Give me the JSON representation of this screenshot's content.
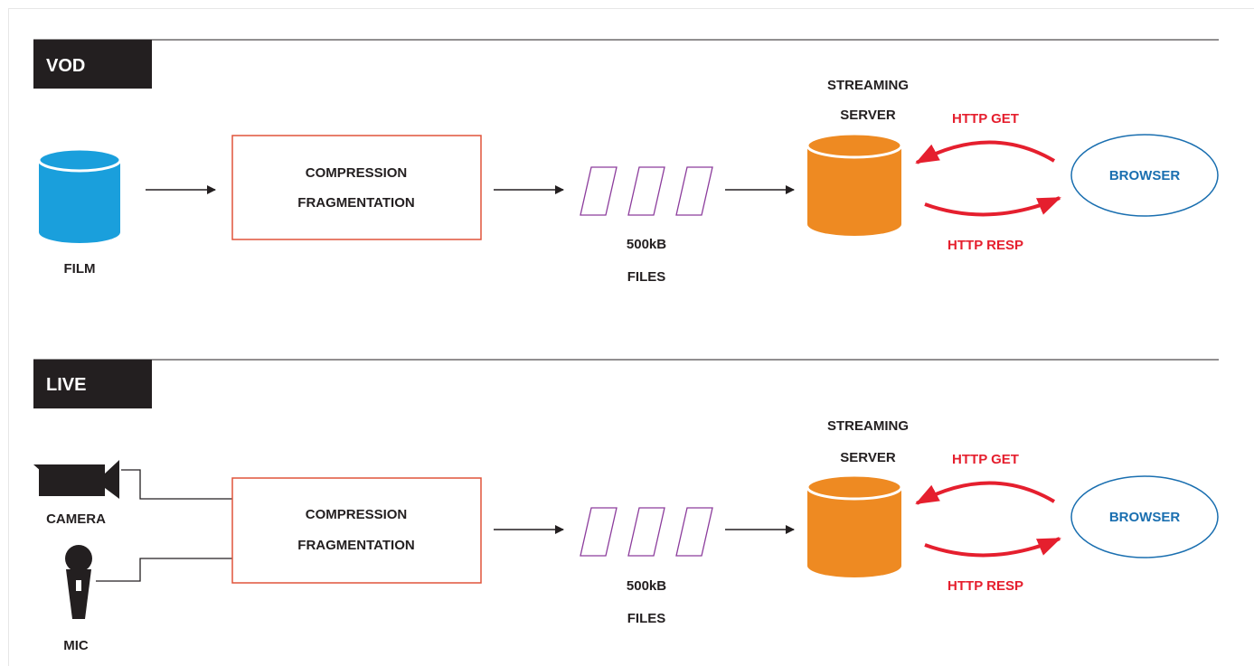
{
  "vod": {
    "section_label": "VOD",
    "source_label": "FILM",
    "process_line1": "COMPRESSION",
    "process_line2": "FRAGMENTATION",
    "files_line1": "500kB",
    "files_line2": "FILES",
    "server_line1": "STREAMING",
    "server_line2": "SERVER",
    "request_label": "HTTP GET",
    "response_label": "HTTP RESP",
    "client_label": "BROWSER"
  },
  "live": {
    "section_label": "LIVE",
    "camera_label": "CAMERA",
    "mic_label": "MIC",
    "process_line1": "COMPRESSION",
    "process_line2": "FRAGMENTATION",
    "files_line1": "500kB",
    "files_line2": "FILES",
    "server_line1": "STREAMING",
    "server_line2": "SERVER",
    "request_label": "HTTP GET",
    "response_label": "HTTP RESP",
    "client_label": "BROWSER"
  },
  "colors": {
    "film_db": "#1a9fdc",
    "server_db": "#ee8a22",
    "process_border": "#e0533a",
    "file_stroke": "#8c3c9c",
    "http_arrow": "#e51f2e",
    "browser": "#1a6fb0",
    "label_bg": "#231f20"
  },
  "icons": {
    "film": "database-icon",
    "server": "database-icon",
    "camera": "video-camera-icon",
    "mic": "microphone-icon"
  }
}
